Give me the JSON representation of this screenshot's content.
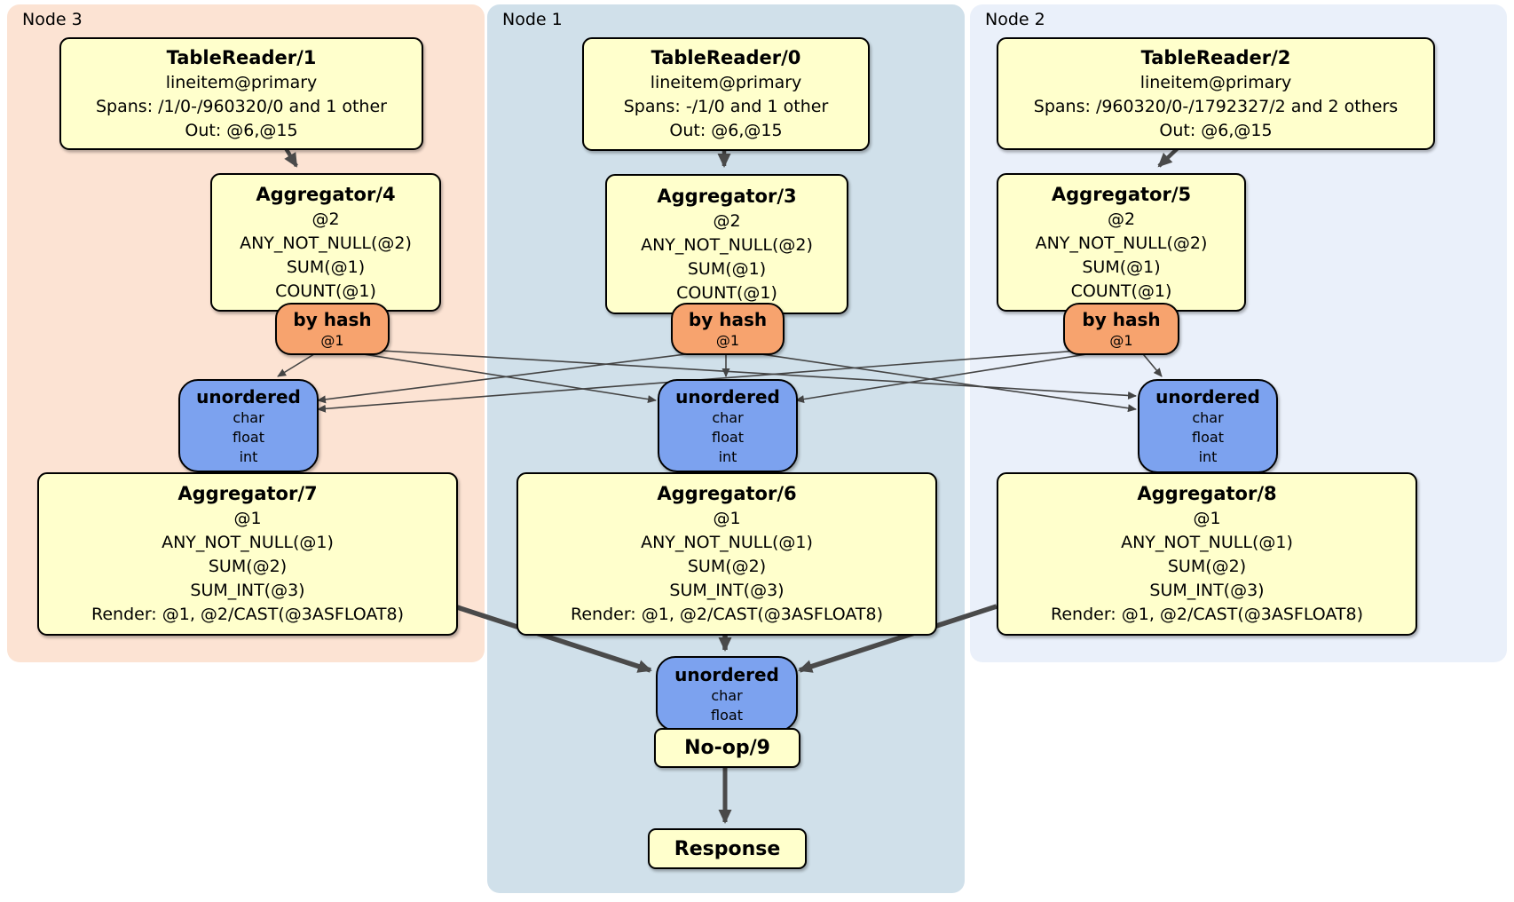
{
  "diagram": {
    "groups": [
      {
        "label": "Node 3",
        "table_reader": {
          "title": "TableReader/1",
          "lines": [
            "lineitem@primary",
            "Spans: /1/0-/960320/0 and 1 other",
            "Out: @6,@15"
          ]
        },
        "aggregator_top": {
          "title": "Aggregator/4",
          "lines": [
            "@2",
            "ANY_NOT_NULL(@2)",
            "SUM(@1)",
            "COUNT(@1)"
          ]
        },
        "router": {
          "title": "by hash",
          "lines": [
            "@1"
          ]
        },
        "sync": {
          "title": "unordered",
          "lines": [
            "char",
            "float",
            "int"
          ]
        },
        "aggregator_bottom": {
          "title": "Aggregator/7",
          "lines": [
            "@1",
            "ANY_NOT_NULL(@1)",
            "SUM(@2)",
            "SUM_INT(@3)",
            "Render: @1, @2/CAST(@3ASFLOAT8)"
          ]
        }
      },
      {
        "label": "Node 1",
        "table_reader": {
          "title": "TableReader/0",
          "lines": [
            "lineitem@primary",
            "Spans: -/1/0 and 1 other",
            "Out: @6,@15"
          ]
        },
        "aggregator_top": {
          "title": "Aggregator/3",
          "lines": [
            "@2",
            "ANY_NOT_NULL(@2)",
            "SUM(@1)",
            "COUNT(@1)"
          ]
        },
        "router": {
          "title": "by hash",
          "lines": [
            "@1"
          ]
        },
        "sync": {
          "title": "unordered",
          "lines": [
            "char",
            "float",
            "int"
          ]
        },
        "aggregator_bottom": {
          "title": "Aggregator/6",
          "lines": [
            "@1",
            "ANY_NOT_NULL(@1)",
            "SUM(@2)",
            "SUM_INT(@3)",
            "Render: @1, @2/CAST(@3ASFLOAT8)"
          ]
        }
      },
      {
        "label": "Node 2",
        "table_reader": {
          "title": "TableReader/2",
          "lines": [
            "lineitem@primary",
            "Spans: /960320/0-/1792327/2 and 2 others",
            "Out: @6,@15"
          ]
        },
        "aggregator_top": {
          "title": "Aggregator/5",
          "lines": [
            "@2",
            "ANY_NOT_NULL(@2)",
            "SUM(@1)",
            "COUNT(@1)"
          ]
        },
        "router": {
          "title": "by hash",
          "lines": [
            "@1"
          ]
        },
        "sync": {
          "title": "unordered",
          "lines": [
            "char",
            "float",
            "int"
          ]
        },
        "aggregator_bottom": {
          "title": "Aggregator/8",
          "lines": [
            "@1",
            "ANY_NOT_NULL(@1)",
            "SUM(@2)",
            "SUM_INT(@3)",
            "Render: @1, @2/CAST(@3ASFLOAT8)"
          ]
        }
      }
    ],
    "final": {
      "sync": {
        "title": "unordered",
        "lines": [
          "char",
          "float"
        ]
      },
      "noop": {
        "title": "No-op/9"
      },
      "response": {
        "title": "Response"
      }
    }
  },
  "colors": {
    "processor_fill": "#FFFFCC",
    "router_fill": "#F7A36E",
    "sync_fill": "#7CA2EF",
    "node3_bg": "#FCE3D3",
    "node1_bg": "#D0E0EA",
    "node2_bg": "#EAF0FA",
    "edge_thin": "#444444",
    "edge_thick": "#4A4A4A"
  }
}
